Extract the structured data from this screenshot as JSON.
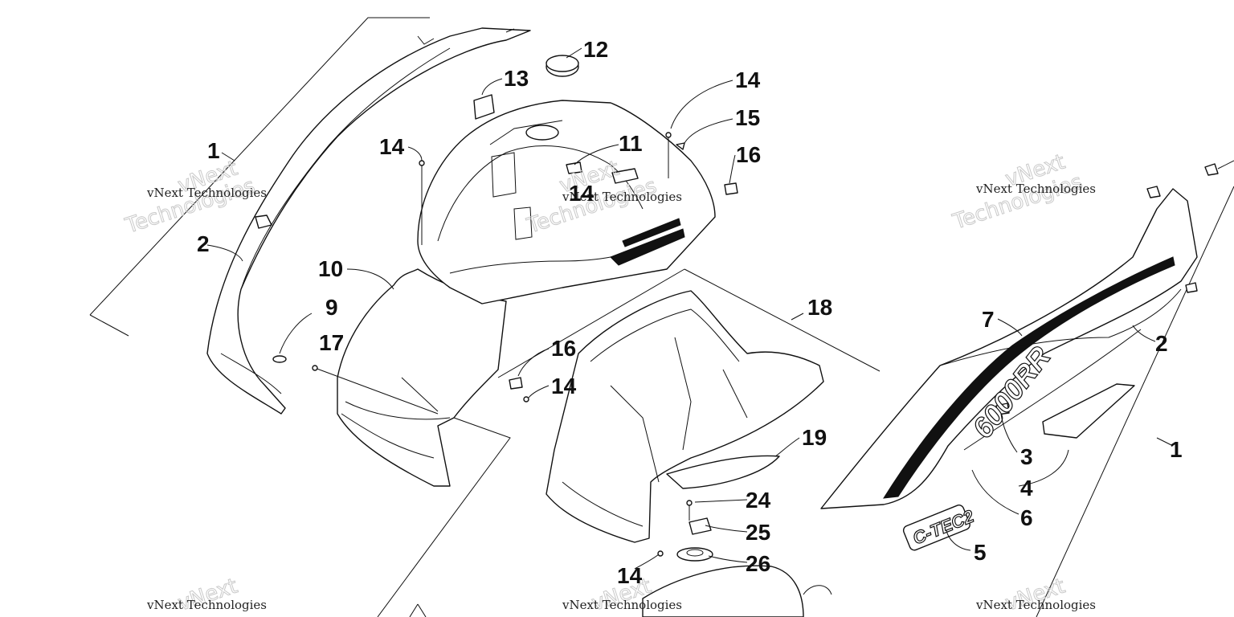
{
  "callouts": [
    {
      "id": "c-1-left",
      "text": "1"
    },
    {
      "id": "c-2-left",
      "text": "2"
    },
    {
      "id": "c-9",
      "text": "9"
    },
    {
      "id": "c-17",
      "text": "17"
    },
    {
      "id": "c-10",
      "text": "10"
    },
    {
      "id": "c-13",
      "text": "13"
    },
    {
      "id": "c-12",
      "text": "12"
    },
    {
      "id": "c-14-a",
      "text": "14"
    },
    {
      "id": "c-14-b",
      "text": "14"
    },
    {
      "id": "c-11",
      "text": "11"
    },
    {
      "id": "c-14-c",
      "text": "14"
    },
    {
      "id": "c-15",
      "text": "15"
    },
    {
      "id": "c-16-a",
      "text": "16"
    },
    {
      "id": "c-16-b",
      "text": "16"
    },
    {
      "id": "c-14-d",
      "text": "14"
    },
    {
      "id": "c-18",
      "text": "18"
    },
    {
      "id": "c-19",
      "text": "19"
    },
    {
      "id": "c-24",
      "text": "24"
    },
    {
      "id": "c-25",
      "text": "25"
    },
    {
      "id": "c-26",
      "text": "26"
    },
    {
      "id": "c-14-e",
      "text": "14"
    },
    {
      "id": "c-7",
      "text": "7"
    },
    {
      "id": "c-2-right",
      "text": "2"
    },
    {
      "id": "c-1-right",
      "text": "1"
    },
    {
      "id": "c-3",
      "text": "3"
    },
    {
      "id": "c-4",
      "text": "4"
    },
    {
      "id": "c-6",
      "text": "6"
    },
    {
      "id": "c-5",
      "text": "5"
    }
  ],
  "watermarks": {
    "brand_line": "vNext Technologies",
    "big_top": "vNext",
    "big_bottom": "Technologies"
  },
  "decals": {
    "model": "6000RR",
    "engine": "C-TEC2"
  }
}
